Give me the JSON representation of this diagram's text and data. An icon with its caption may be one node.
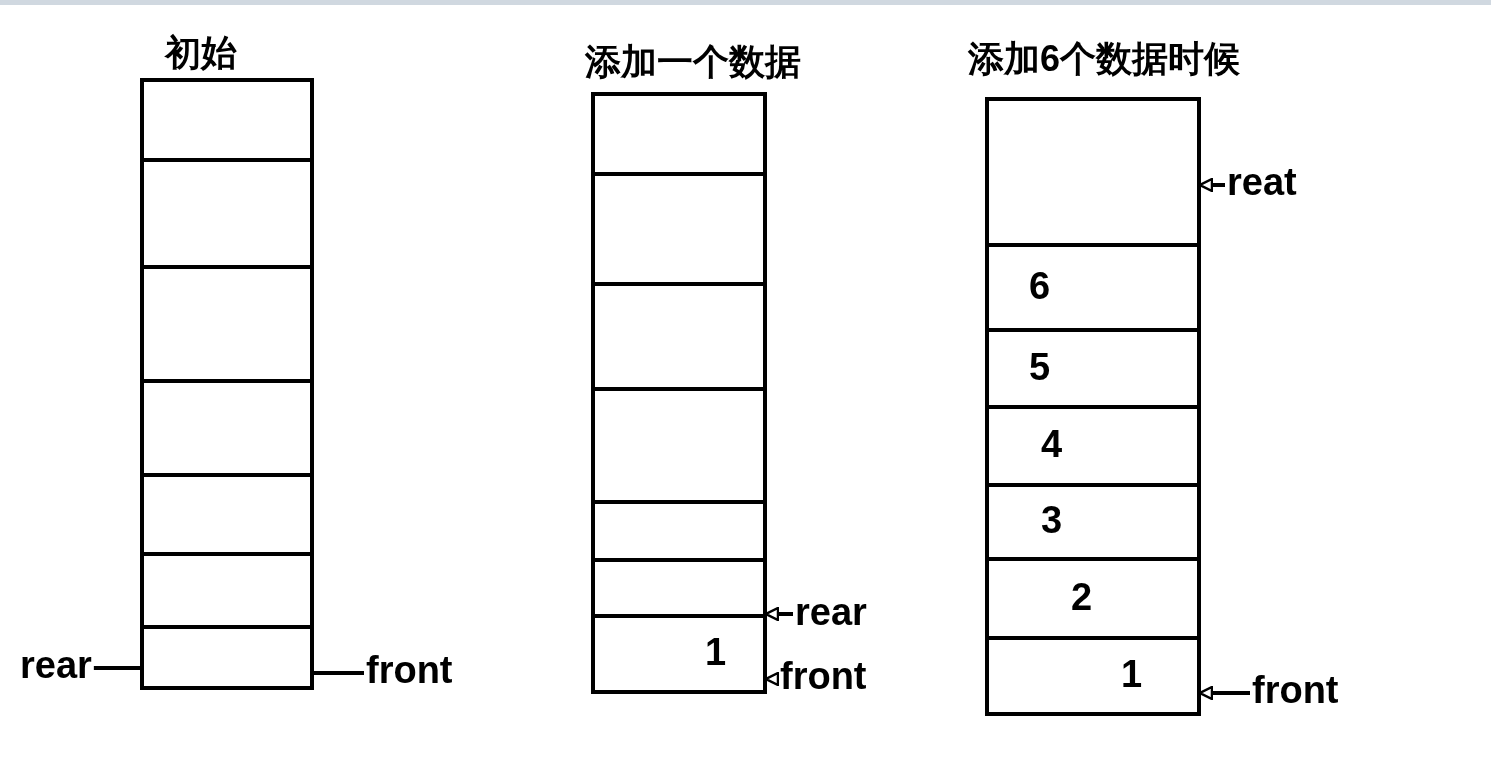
{
  "diagram": {
    "nodes": [
      {
        "text": [
          "初始"
        ]
      },
      {
        "text": [],
        "shape": "box",
        "in": 0
      },
      {
        "text": [],
        "shape": "box",
        "in": 0
      },
      {
        "text": [],
        "shape": "box",
        "in": 0
      },
      {
        "text": [],
        "shape": "box",
        "in": 0
      },
      {
        "text": [],
        "shape": "box",
        "in": 0
      },
      {
        "text": [],
        "shape": "box",
        "in": 0
      },
      {
        "text": [],
        "shape": "box",
        "in": 0
      },
      {
        "text": [
          "rear"
        ]
      },
      {
        "text": [
          "front"
        ]
      },
      {
        "text": [
          "添加一个数据"
        ]
      },
      {
        "text": [],
        "shape": "box",
        "in": 10
      },
      {
        "text": [],
        "shape": "box",
        "in": 10
      },
      {
        "text": [],
        "shape": "box",
        "in": 10
      },
      {
        "text": [],
        "shape": "box",
        "in": 10
      },
      {
        "text": [],
        "shape": "box",
        "in": 10
      },
      {
        "text": [],
        "shape": "box",
        "in": 10
      },
      {
        "text": [
          "1"
        ],
        "in": 10
      },
      {
        "text": [
          "rear"
        ]
      },
      {
        "text": [
          "front"
        ]
      },
      {
        "text": [
          "添加6个数据时候"
        ]
      },
      {
        "text": [],
        "shape": "box",
        "in": 20
      },
      {
        "text": [
          "6"
        ],
        "in": 20
      },
      {
        "text": [
          "5"
        ],
        "in": 20
      },
      {
        "text": [
          "4"
        ],
        "in": 20
      },
      {
        "text": [
          "3"
        ],
        "in": 20
      },
      {
        "text": [
          "2"
        ],
        "in": 20
      },
      {
        "text": [
          "1"
        ],
        "in": 20
      },
      {
        "text": [
          "reat"
        ]
      },
      {
        "text": [
          "front"
        ]
      }
    ],
    "edges": [
      {
        "from": 8,
        "to": 7,
        "arrow": "none"
      },
      {
        "from": 9,
        "to": 7,
        "arrow": "none"
      },
      {
        "from": 18,
        "to": 16,
        "arrow": "to"
      },
      {
        "from": 19,
        "to": 17,
        "arrow": "to"
      },
      {
        "from": 28,
        "to": 21,
        "arrow": "to"
      },
      {
        "from": 29,
        "to": 27,
        "arrow": "to"
      }
    ]
  }
}
